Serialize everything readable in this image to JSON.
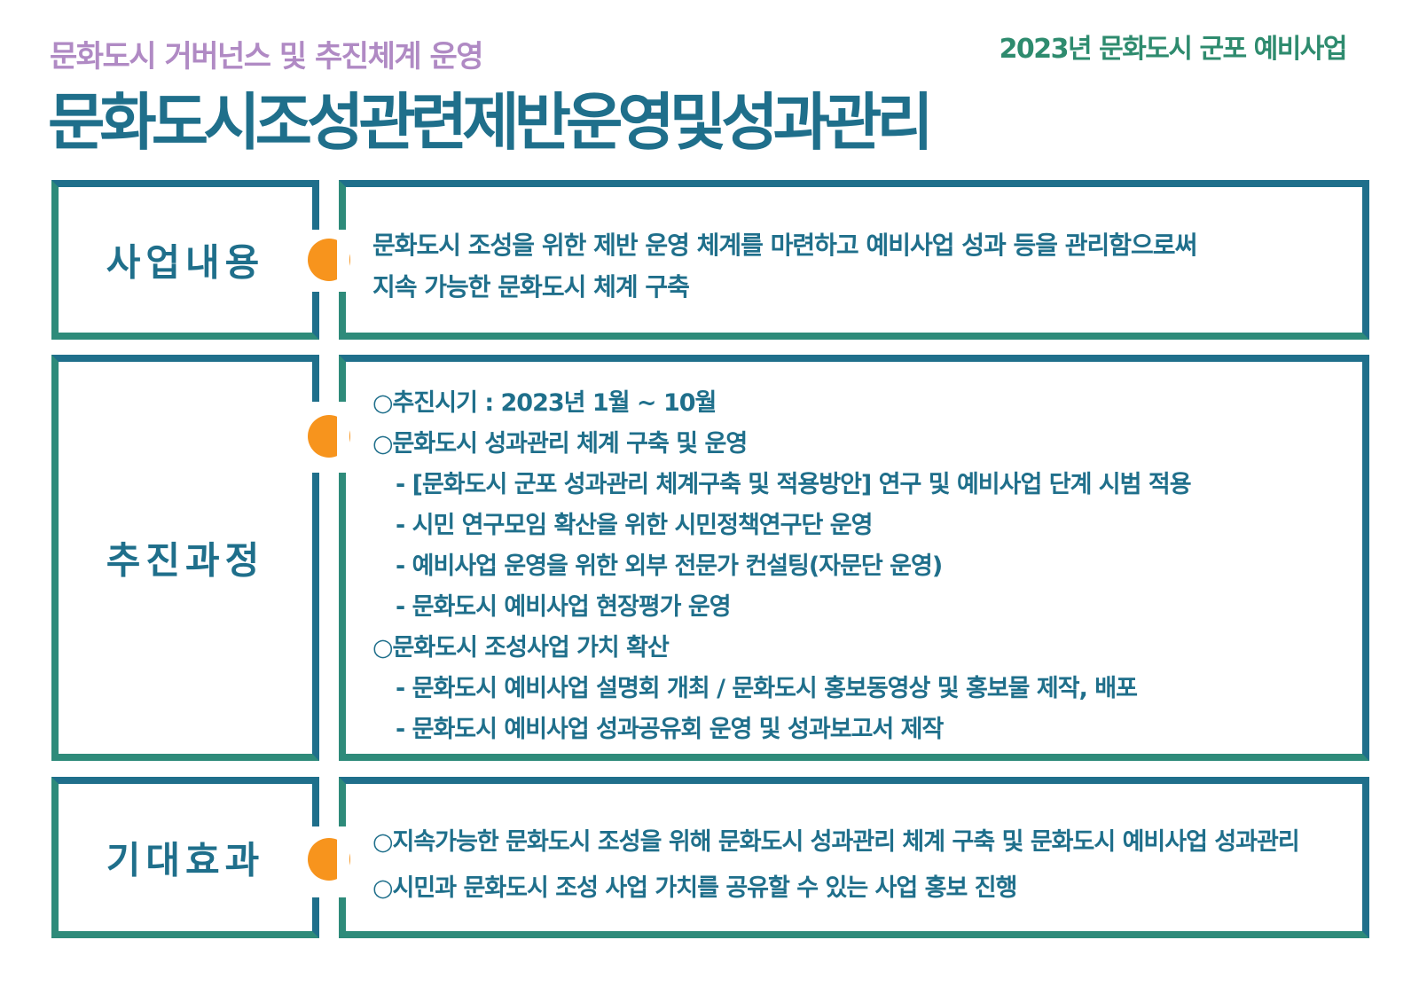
{
  "header": {
    "subtitle": "문화도시 거버넌스 및 추진체계 운영",
    "tag": "2023년 문화도시 군포 예비사업",
    "title": "문화도시조성관련제반운영및성과관리"
  },
  "sections": [
    {
      "label": "사업내용",
      "lines": [
        "문화도시 조성을 위한 제반 운영 체계를 마련하고 예비사업 성과 등을 관리함으로써",
        "지속 가능한 문화도시 체계 구축"
      ]
    },
    {
      "label": "추진과정",
      "lines": [
        "○추진시기 : 2023년 1월 ~ 10월",
        "○문화도시 성과관리 체계 구축 및 운영",
        "- [문화도시 군포 성과관리 체계구축 및 적용방안] 연구 및 예비사업 단계 시범 적용",
        "- 시민 연구모임 확산을 위한 시민정책연구단 운영",
        "- 예비사업 운영을 위한 외부 전문가 컨설팅(자문단 운영)",
        "- 문화도시 예비사업 현장평가 운영",
        "○문화도시 조성사업 가치 확산",
        "- 문화도시 예비사업 설명회 개최 /  문화도시 홍보동영상 및 홍보물 제작, 배포",
        "- 문화도시 예비사업 성과공유회 운영 및 성과보고서 제작"
      ]
    },
    {
      "label": "기대효과",
      "lines": [
        "○지속가능한 문화도시 조성을 위해 문화도시 성과관리 체계 구축 및 문화도시 예비사업 성과관리",
        "○시민과 문화도시 조성 사업 가치를 공유할 수 있는 사업 홍보 진행"
      ]
    }
  ],
  "colors": {
    "primary": "#1f6f8b",
    "teal": "#2e8b7a",
    "accent_dot": "#f7941d",
    "subtitle": "#b08ac4",
    "tag": "#2e8b6e"
  }
}
